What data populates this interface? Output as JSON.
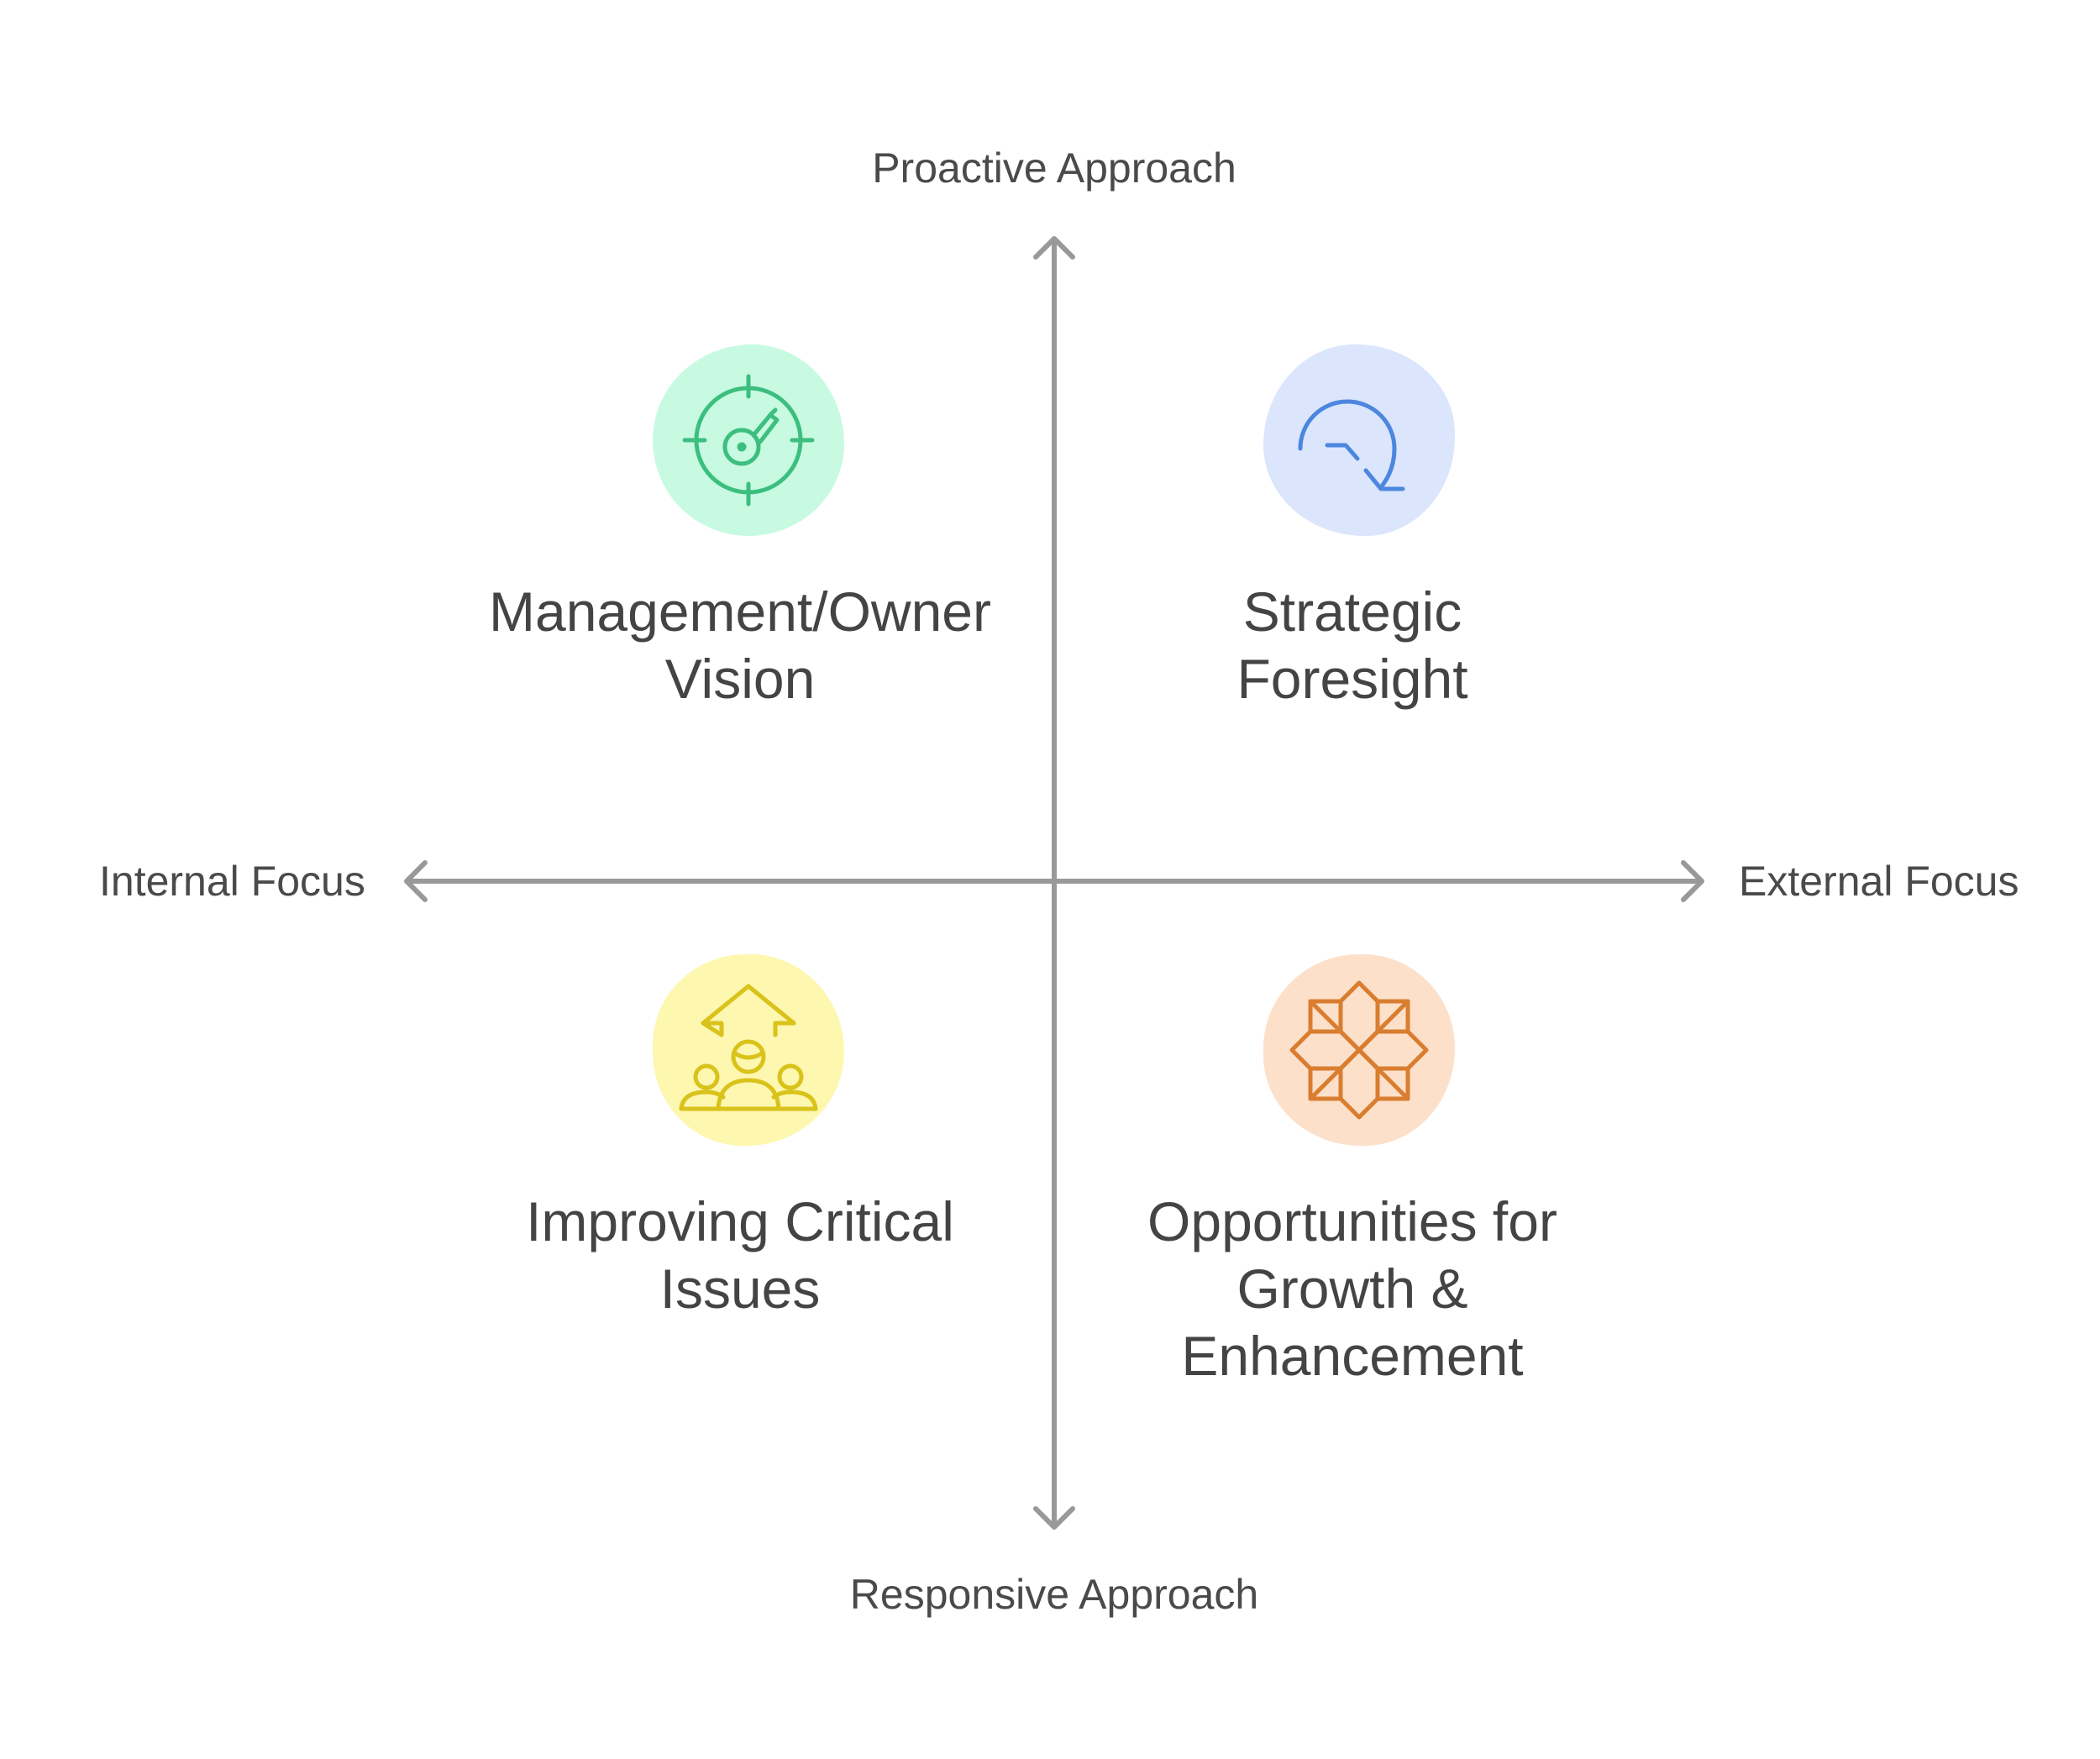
{
  "axes": {
    "top": "Proactive Approach",
    "bottom": "Responsive Approach",
    "left": "Internal Focus",
    "right": "External Focus"
  },
  "axis_color": "#999999",
  "quadrants": [
    {
      "position": "top-left",
      "lines": [
        "Management/Owner",
        "Vision"
      ],
      "icon": "target-key-icon",
      "bg_color": "#c8fae2",
      "icon_color": "#3cbf7e"
    },
    {
      "position": "top-right",
      "lines": [
        "Strategic",
        "Foresight"
      ],
      "icon": "clockwise-arrow-icon",
      "bg_color": "#dbe6fd",
      "icon_color": "#4c86df"
    },
    {
      "position": "bottom-left",
      "lines": [
        "Improving Critical",
        "Issues"
      ],
      "icon": "team-growth-arrow-icon",
      "bg_color": "#fdf7b0",
      "icon_color": "#d9c21a"
    },
    {
      "position": "bottom-right",
      "lines": [
        "Opportunities for",
        "Growth &",
        "Enhancement"
      ],
      "icon": "expansion-star-icon",
      "bg_color": "#fde0c9",
      "icon_color": "#d97d30"
    }
  ]
}
